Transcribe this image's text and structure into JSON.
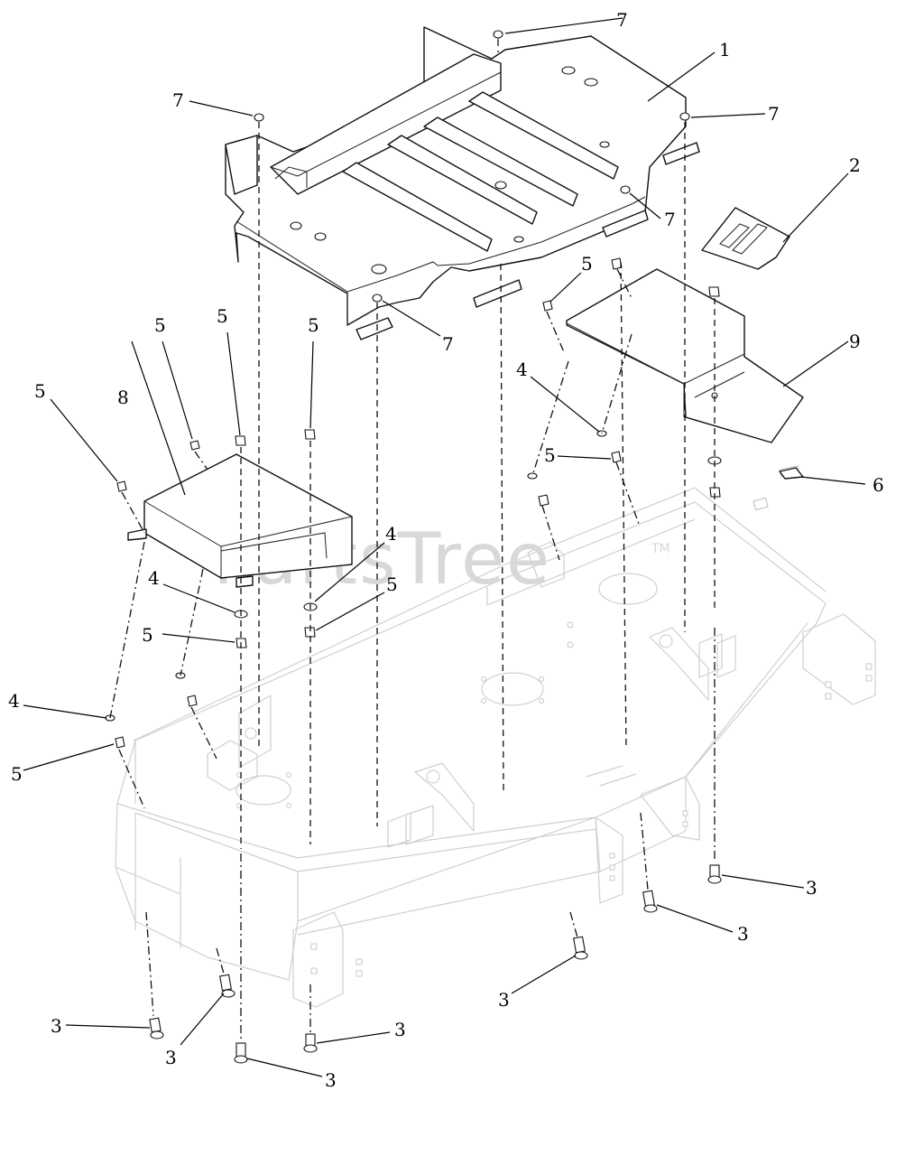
{
  "watermark": {
    "text": "PartsTree",
    "tm": "TM"
  },
  "callouts": [
    {
      "id": "c1",
      "label": "1"
    },
    {
      "id": "c2",
      "label": "2"
    },
    {
      "id": "c3a",
      "label": "3"
    },
    {
      "id": "c3b",
      "label": "3"
    },
    {
      "id": "c3c",
      "label": "3"
    },
    {
      "id": "c3d",
      "label": "3"
    },
    {
      "id": "c3e",
      "label": "3"
    },
    {
      "id": "c3f",
      "label": "3"
    },
    {
      "id": "c3g",
      "label": "3"
    },
    {
      "id": "c4a",
      "label": "4"
    },
    {
      "id": "c4b",
      "label": "4"
    },
    {
      "id": "c4c",
      "label": "4"
    },
    {
      "id": "c4d",
      "label": "4"
    },
    {
      "id": "c5a",
      "label": "5"
    },
    {
      "id": "c5b",
      "label": "5"
    },
    {
      "id": "c5c",
      "label": "5"
    },
    {
      "id": "c5d",
      "label": "5"
    },
    {
      "id": "c5e",
      "label": "5"
    },
    {
      "id": "c5f",
      "label": "5"
    },
    {
      "id": "c5g",
      "label": "5"
    },
    {
      "id": "c5h",
      "label": "5"
    },
    {
      "id": "c5i",
      "label": "5"
    },
    {
      "id": "c6",
      "label": "6"
    },
    {
      "id": "c7a",
      "label": "7"
    },
    {
      "id": "c7b",
      "label": "7"
    },
    {
      "id": "c7c",
      "label": "7"
    },
    {
      "id": "c7d",
      "label": "7"
    },
    {
      "id": "c7e",
      "label": "7"
    },
    {
      "id": "c8",
      "label": "8"
    },
    {
      "id": "c9",
      "label": "9"
    }
  ]
}
